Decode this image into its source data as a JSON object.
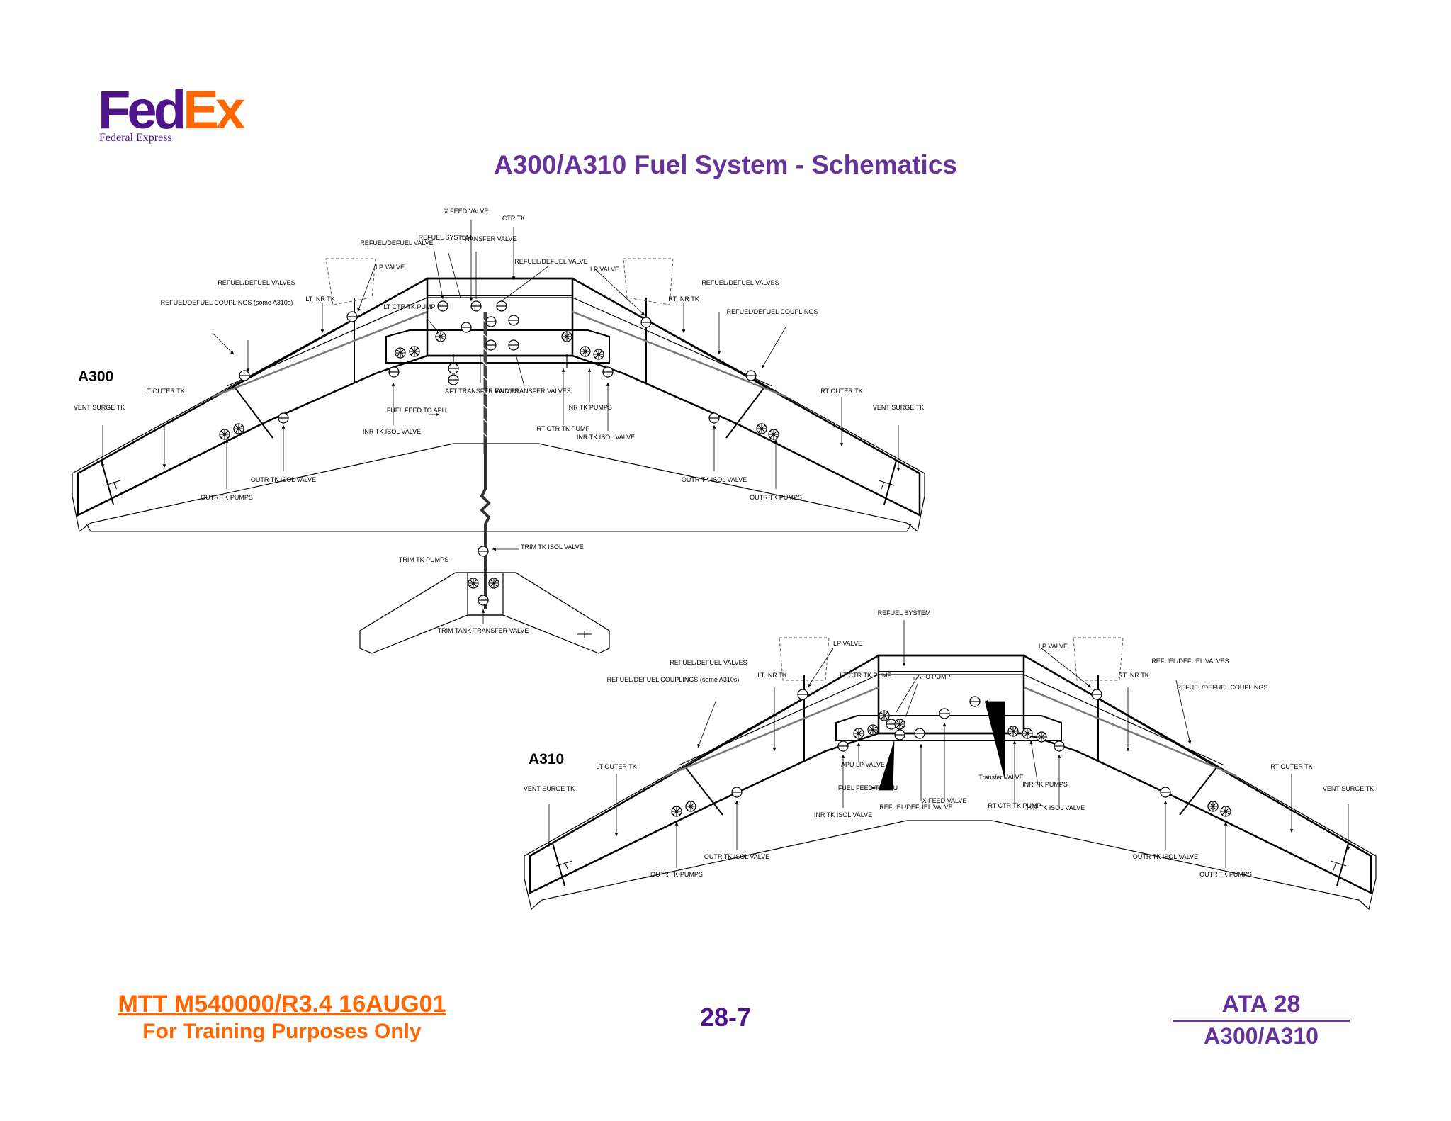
{
  "logo": {
    "fed": "Fed",
    "ex": "Ex",
    "subtitle": "Federal Express"
  },
  "title": "A300/A310 Fuel System - Schematics",
  "a300": {
    "name": "A300",
    "labels": {
      "x_feed_valve": "X FEED VALVE",
      "ctr_tk": "CTR TK",
      "refuel_defuel_valve_top": "REFUEL/DEFUEL VALVE",
      "refuel_system": "REFUEL SYSTEM",
      "transfer_valve": "TRANSFER VALVE",
      "refuel_defuel_valve_right": "REFUEL/DEFUEL VALVE",
      "lp_valve_left": "LP VALVE",
      "lp_valve_right": "LP VALVE",
      "refuel_defuel_valves_left": "REFUEL/DEFUEL VALVES",
      "refuel_defuel_couplings_left": "REFUEL/DEFUEL COUPLINGS (some A310s)",
      "lt_inr_tk": "LT INR TK",
      "lt_ctr_tk_pump": "LT CTR TK PUMP",
      "rt_inr_tk": "RT INR TK",
      "refuel_defuel_valves_right": "REFUEL/DEFUEL VALVES",
      "refuel_defuel_couplings_right": "REFUEL/DEFUEL COUPLINGS",
      "lt_outer_tk": "LT OUTER TK",
      "rt_outer_tk": "RT OUTER TK",
      "vent_surge_left": "VENT SURGE TK",
      "vent_surge_right": "VENT SURGE TK",
      "aft_transfer_valves": "AFT TRANSFER VALVES",
      "fwd_transfer_valves": "FWD TRANSFER VALVES",
      "fuel_feed_to_apu": "FUEL FEED TO APU",
      "inr_tk_isol_valve_left": "INR TK ISOL VALVE",
      "inr_tk_pumps": "INR TK PUMPS",
      "rt_ctr_tk_pump": "RT CTR TK PUMP",
      "inr_tk_isol_valve_right": "INR TK ISOL VALVE",
      "outr_tk_isol_valve_left": "OUTR TK ISOL VALVE",
      "outr_tk_pumps_left": "OUTR TK PUMPS",
      "outr_tk_isol_valve_right": "OUTR TK ISOL VALVE",
      "outr_tk_pumps_right": "OUTR TK PUMPS",
      "trim_tk_isol_valve": "TRIM TK ISOL VALVE",
      "trim_tk_pumps": "TRIM TK PUMPS",
      "trim_tank_transfer_valve": "TRIM TANK TRANSFER VALVE"
    }
  },
  "a310": {
    "name": "A310",
    "labels": {
      "refuel_system": "REFUEL SYSTEM",
      "lp_valve_left": "LP VALVE",
      "lp_valve_right": "LP VALVE",
      "refuel_defuel_valves_left": "REFUEL/DEFUEL VALVES",
      "refuel_defuel_couplings_left": "REFUEL/DEFUEL COUPLINGS (some A310s)",
      "lt_inr_tk": "LT INR TK",
      "lt_ctr_tk_pump": "LT CTR TK PUMP",
      "apu_pump": "APU PUMP",
      "rt_inr_tk": "RT INR TK",
      "refuel_defuel_valves_right": "REFUEL/DEFUEL VALVES",
      "refuel_defuel_couplings_right": "REFUEL/DEFUEL COUPLINGS",
      "lt_outer_tk": "LT OUTER TK",
      "rt_outer_tk": "RT OUTER TK",
      "vent_surge_left": "VENT SURGE TK",
      "vent_surge_right": "VENT SURGE TK",
      "apu_lp_valve": "APU LP VALVE",
      "fuel_feed_to_apu": "FUEL FEED TO APU",
      "inr_tk_isol_valve_left": "INR TK ISOL VALVE",
      "refuel_defuel_valve": "REFUEL/DEFUEL VALVE",
      "x_feed_valve": "X FEED VALVE",
      "transfer_valve": "Transfer VALVE",
      "inr_tk_pumps": "INR TK PUMPS",
      "rt_ctr_tk_pump": "RT CTR TK PUMP",
      "inr_tk_isol_valve_right": "INR TK ISOL VALVE",
      "outr_tk_isol_valve_left": "OUTR TK ISOL VALVE",
      "outr_tk_pumps_left": "OUTR TK PUMPS",
      "outr_tk_isol_valve_right": "OUTR TK ISOL VALVE",
      "outr_tk_pumps_right": "OUTR TK PUMPS"
    }
  },
  "footer": {
    "doc_ref": "MTT M540000/R3.4 16AUG01",
    "note": "For Training Purposes Only",
    "page": "28-7",
    "ata": "ATA 28",
    "model": "A300/A310"
  }
}
